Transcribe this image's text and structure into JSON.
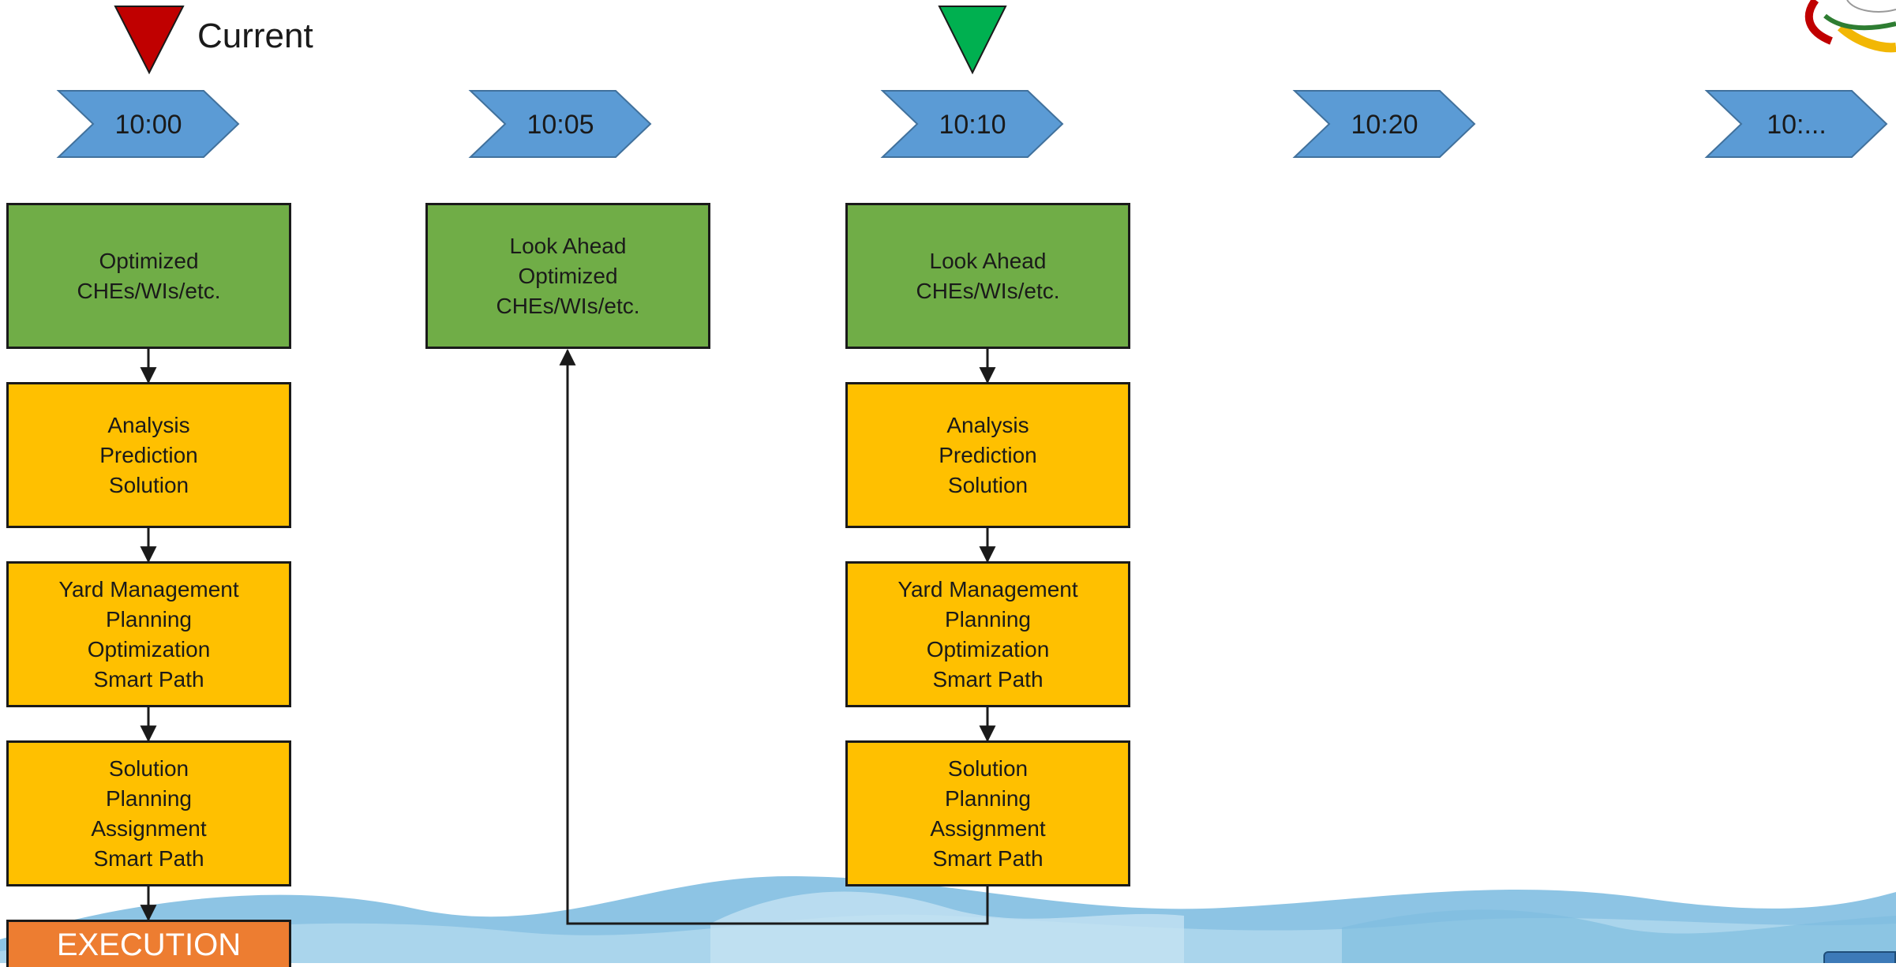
{
  "legend": {
    "current_label": "Current"
  },
  "timeline": [
    "10:00",
    "10:05",
    "10:10",
    "10:20",
    "10:..."
  ],
  "columns": {
    "col1": {
      "top": [
        "Optimized",
        "CHEs/WIs/etc."
      ],
      "analysis": [
        "Analysis",
        "Prediction",
        "Solution"
      ],
      "yard": [
        "Yard Management",
        "Planning",
        "Optimization",
        "Smart Path"
      ],
      "solution": [
        "Solution",
        "Planning",
        "Assignment",
        "Smart Path"
      ],
      "execution": "EXECUTION"
    },
    "col2": {
      "top": [
        "Look Ahead",
        "Optimized",
        "CHEs/WIs/etc."
      ]
    },
    "col3": {
      "top": [
        "Look Ahead",
        "CHEs/WIs/etc."
      ],
      "analysis": [
        "Analysis",
        "Prediction",
        "Solution"
      ],
      "yard": [
        "Yard Management",
        "Planning",
        "Optimization",
        "Smart Path"
      ],
      "solution": [
        "Solution",
        "Planning",
        "Assignment",
        "Smart Path"
      ]
    }
  },
  "colors": {
    "chevron": "#5b9bd5",
    "green": "#70ad47",
    "yellow": "#ffc000",
    "orange": "#ed7d31",
    "current_marker": "#c00000",
    "next_marker": "#00b050"
  }
}
